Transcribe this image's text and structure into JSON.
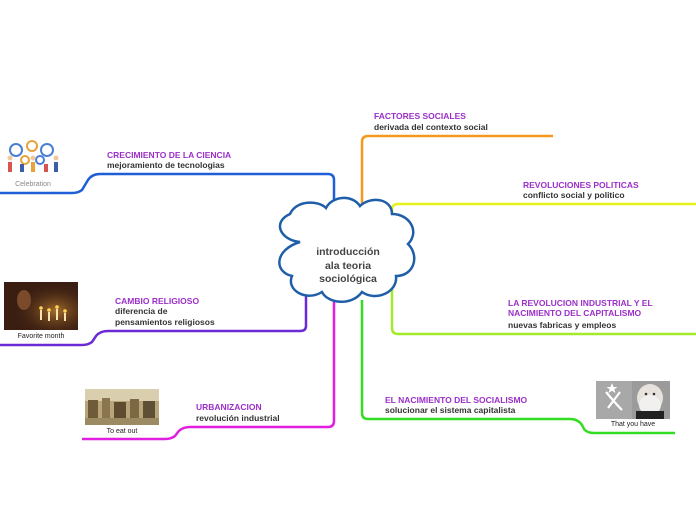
{
  "central": {
    "line1": "introducción",
    "line2": "ala teoria",
    "line3": "sociológica"
  },
  "topics": {
    "factores": {
      "title": "FACTORES SOCIALES",
      "subtitle": "derivada del contexto social",
      "color": "#f39a1e"
    },
    "ciencia": {
      "title": "CRECIMIENTO DE LA CIENCIA",
      "subtitle": "mejoramiento de tecnologias",
      "color": "#1f5fd6"
    },
    "revoluciones": {
      "title": "REVOLUCIONES POLITICAS",
      "subtitle": "conflicto social y politico",
      "color": "#e6f21a"
    },
    "capitalismo": {
      "title_line1": "LA REVOLUCION INDUSTRIAL Y EL",
      "title_line2": "NACIMIENTO DEL CAPITALISMO",
      "subtitle": "nuevas fabricas y empleos",
      "color": "#a3ea2a"
    },
    "religioso": {
      "title": "CAMBIO RELIGIOSO",
      "subtitle_line1": "diferencia de",
      "subtitle_line2": "pensamientos religiosos",
      "color": "#6a2bd6"
    },
    "socialismo": {
      "title": "EL NACIMIENTO DEL SOCIALISMO",
      "subtitle": "solucionar el sistema capitalista",
      "color": "#33dd22"
    },
    "urbanizacion": {
      "title": "URBANIZACION",
      "subtitle": "revolución industrial",
      "color": "#e01fe0"
    }
  },
  "images": {
    "celebration": "Celebration",
    "favorite": "Favorite month",
    "eat_out": "To eat out",
    "you_have": "That you have"
  },
  "colors": {
    "title_text": "#9b2fc9",
    "subtitle_text": "#333333",
    "cloud_border": "#1f5fa8"
  }
}
